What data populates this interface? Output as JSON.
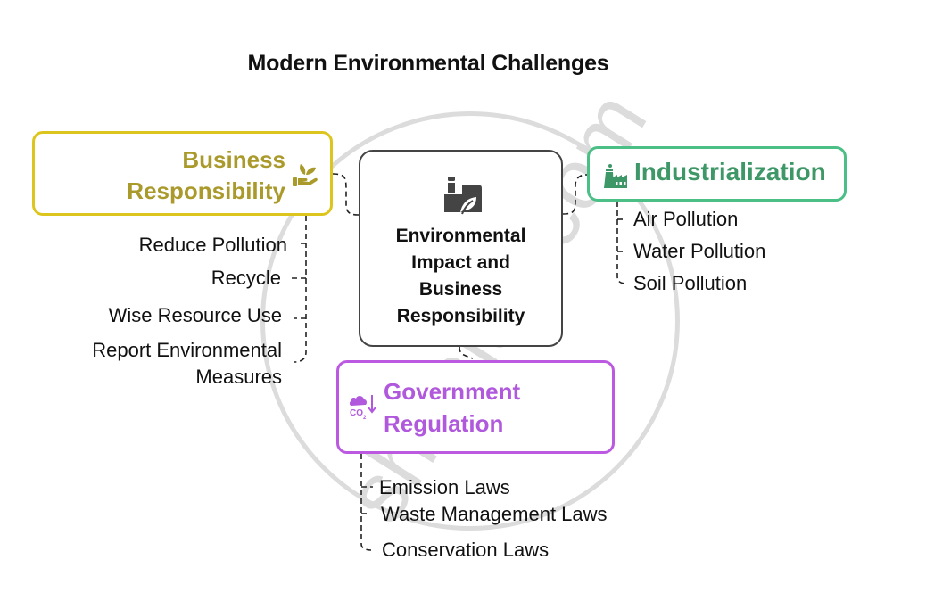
{
  "title": "Modern Environmental Challenges",
  "watermark": "shaalaa.com",
  "colors": {
    "business": "#dcc51c",
    "business_text": "#aa9a2b",
    "industrial": "#4bbf86",
    "industrial_text": "#3e9766",
    "government": "#bb5ae0",
    "government_text": "#b159dd",
    "center": "#444444"
  },
  "center": {
    "icon": "factory-leaf-icon",
    "label_lines": [
      "Environmental",
      "Impact and",
      "Business",
      "Responsibility"
    ]
  },
  "nodes": {
    "business": {
      "icon": "hand-plant-icon",
      "label_lines": [
        "Business",
        "Responsibility"
      ],
      "items": [
        "Reduce Pollution",
        "Recycle",
        "Wise Resource Use",
        "Report Environmental",
        "Measures"
      ]
    },
    "industrial": {
      "icon": "factory-icon",
      "label": "Industrialization",
      "items": [
        "Air Pollution",
        "Water Pollution",
        "Soil Pollution"
      ]
    },
    "government": {
      "icon": "co2-reduction-icon",
      "label_lines": [
        "Government",
        "Regulation"
      ],
      "items": [
        "Emission Laws",
        "Waste Management Laws",
        "Conservation Laws"
      ]
    }
  }
}
